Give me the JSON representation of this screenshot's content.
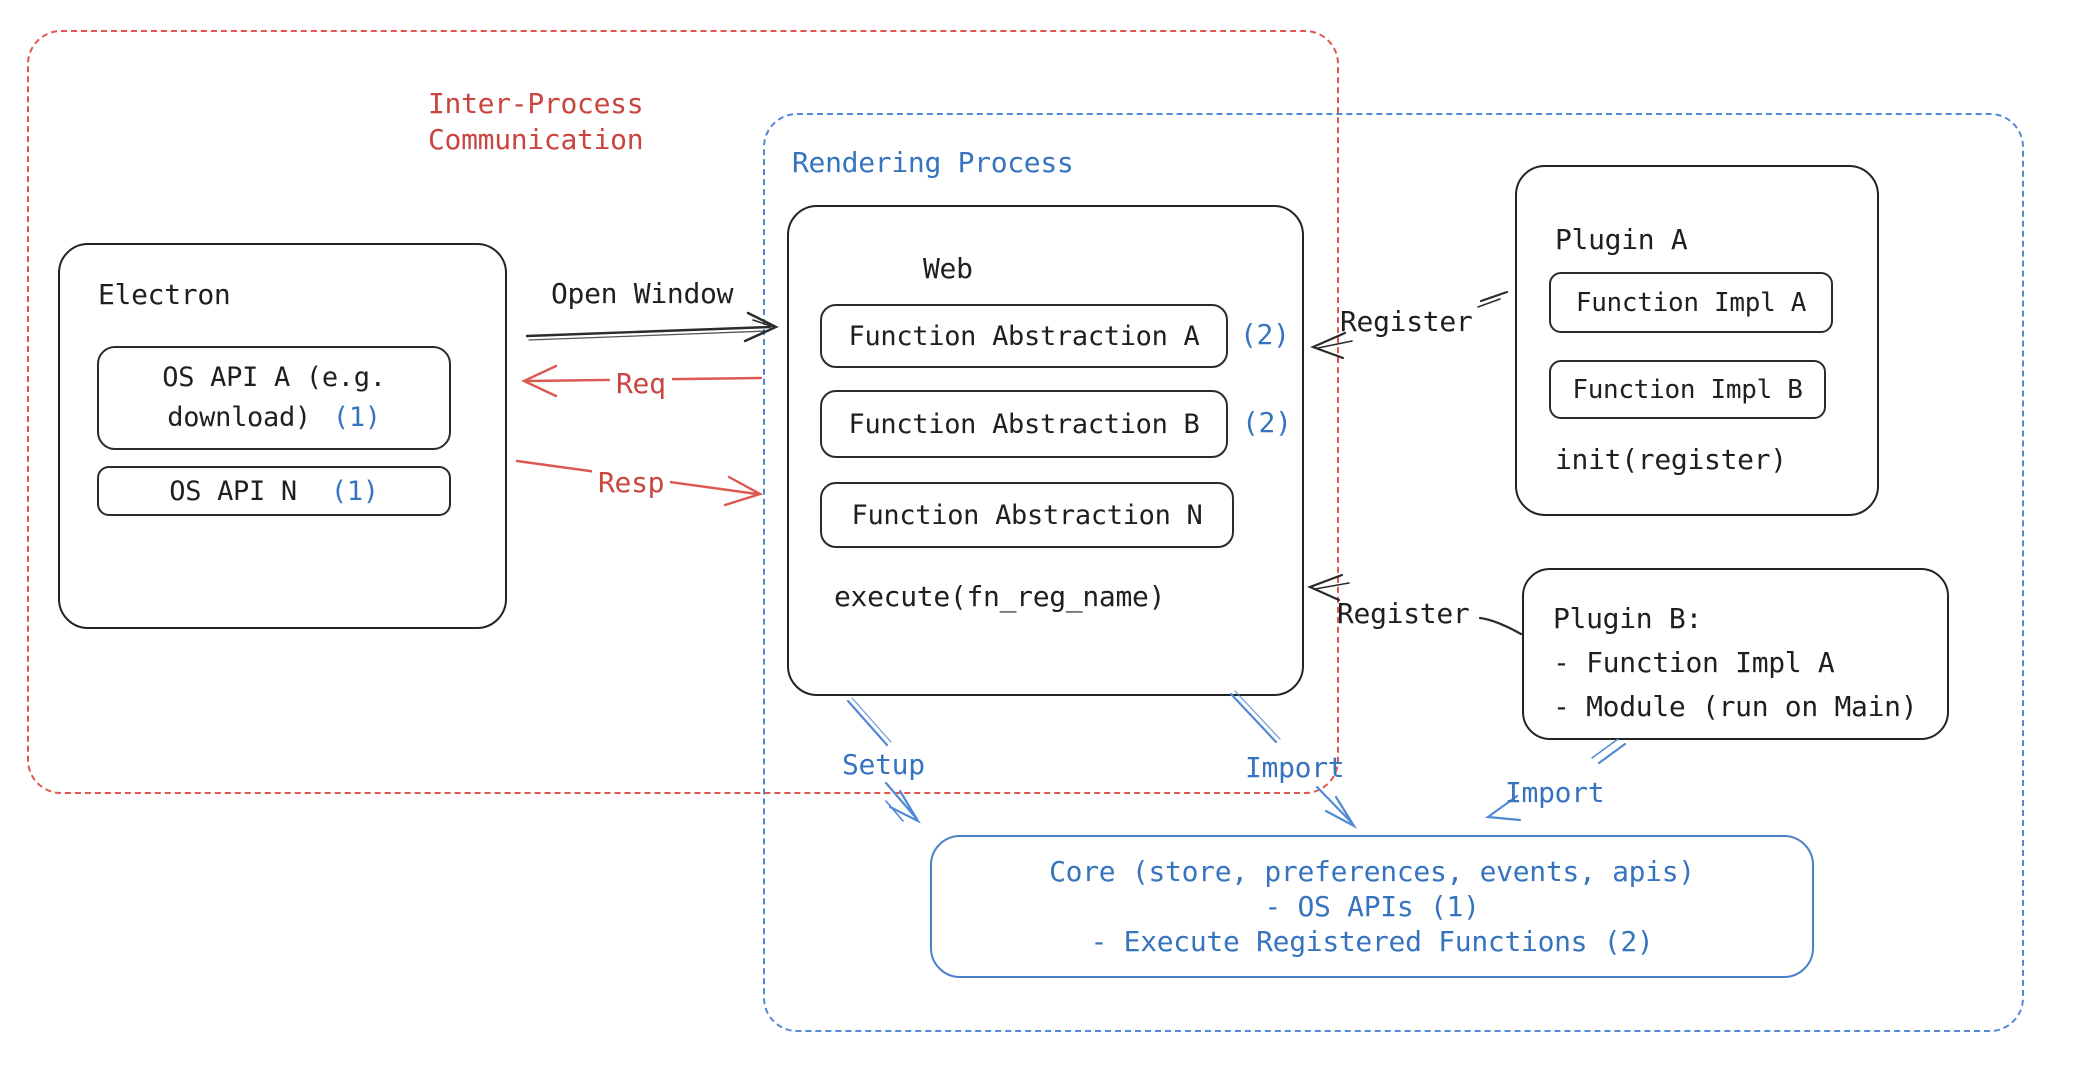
{
  "groups": {
    "ipc": {
      "label_line1": "Inter-Process",
      "label_line2": "Communication"
    },
    "rendering": {
      "label": "Rendering Process"
    }
  },
  "electron": {
    "title": "Electron",
    "api_a": {
      "line1": "OS API A (e.g.",
      "line2": "download)",
      "badge": "(1)"
    },
    "api_n": {
      "label": "OS API N",
      "badge": "(1)"
    }
  },
  "web": {
    "title": "Web",
    "fn_a": {
      "label": "Function Abstraction A",
      "badge": "(2)"
    },
    "fn_b": {
      "label": "Function Abstraction B",
      "badge": "(2)"
    },
    "fn_n": {
      "label": "Function Abstraction N"
    },
    "footer": "execute(fn_reg_name)"
  },
  "plugin_a": {
    "title": "Plugin A",
    "impl_a": "Function Impl A",
    "impl_b": "Function Impl B",
    "footer": "init(register)"
  },
  "plugin_b": {
    "title": "Plugin B:",
    "line1": "- Function Impl A",
    "line2": "- Module (run on Main)"
  },
  "core": {
    "line1": "Core (store, preferences, events, apis)",
    "line2": "- OS APIs (1)",
    "line3": "- Execute Registered Functions (2)"
  },
  "arrows": {
    "open_window": "Open Window",
    "req": "Req",
    "resp": "Resp",
    "register_top": "Register",
    "register_bottom": "Register",
    "setup": "Setup",
    "import_web": "Import",
    "import_plugin": "Import"
  },
  "colors": {
    "red_text": "#c94540",
    "red_line": "#db5952",
    "blue_text": "#3674c0",
    "blue_line": "#5289d4",
    "ink": "#1f1f1f"
  }
}
